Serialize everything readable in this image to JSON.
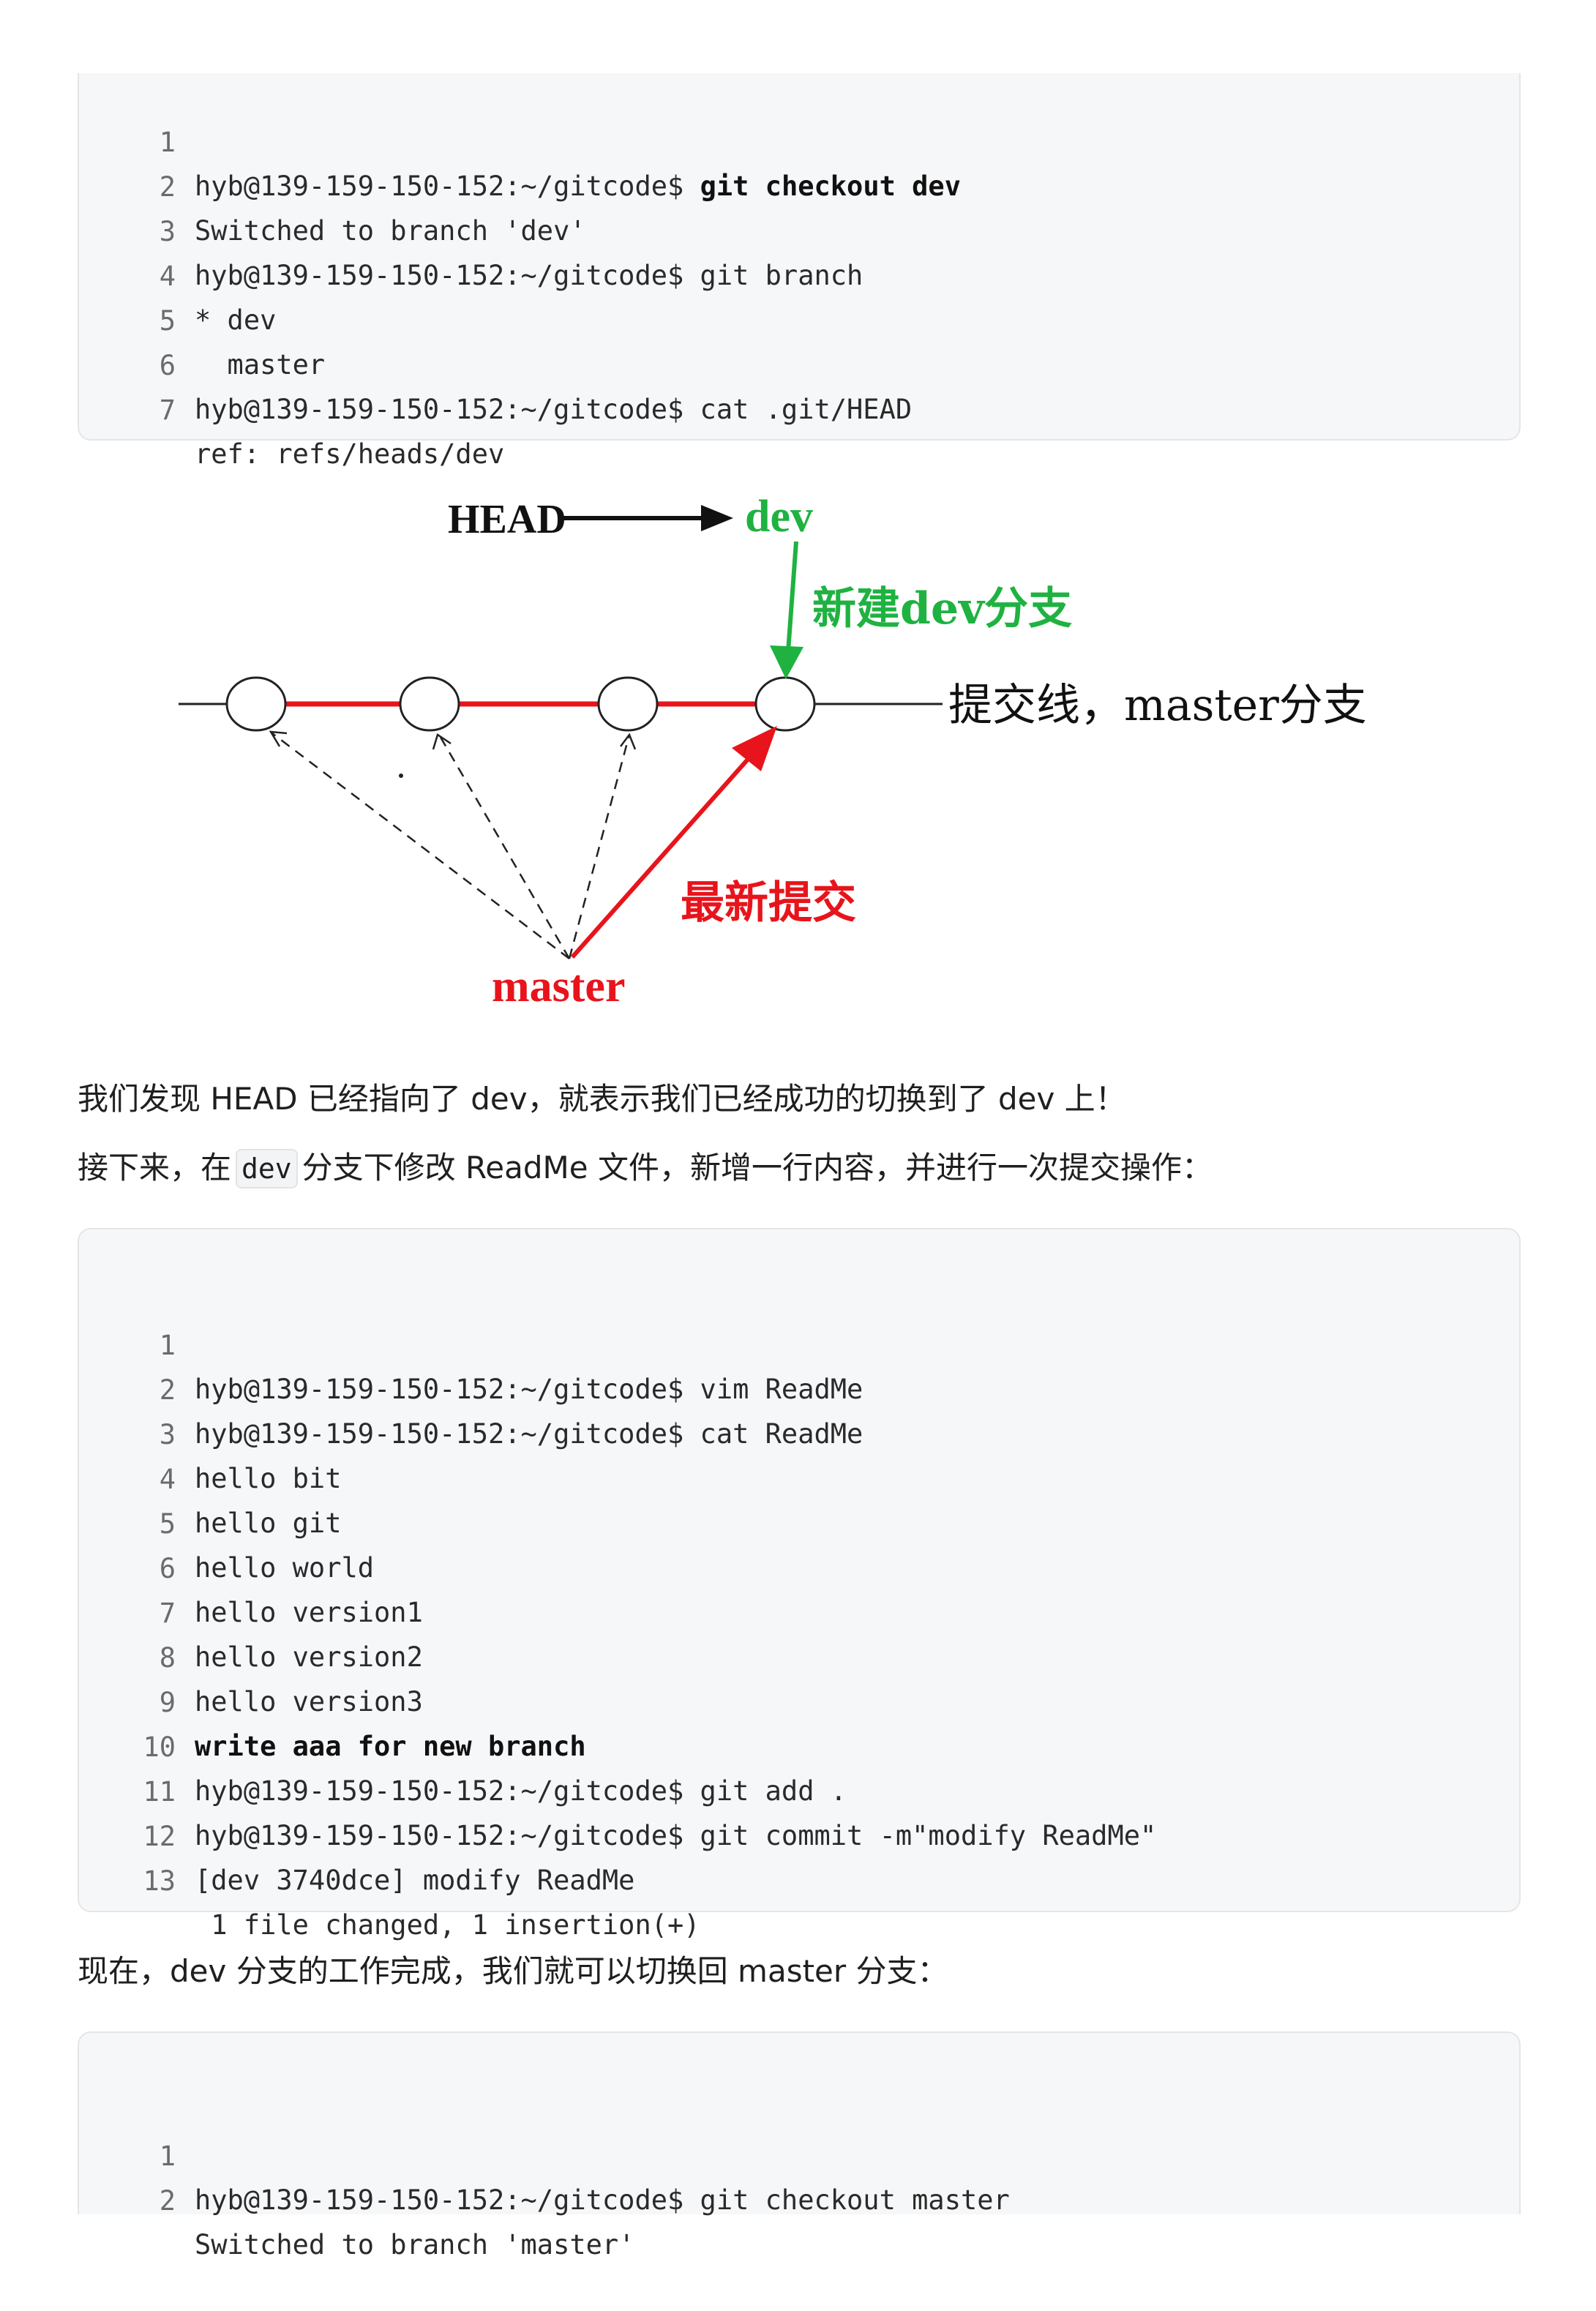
{
  "code_block_1": {
    "lines": [
      {
        "num": "1",
        "text": "hyb@139-159-150-152:~/gitcode$ ",
        "bold": "git checkout dev"
      },
      {
        "num": "2",
        "text": "Switched to branch 'dev'"
      },
      {
        "num": "3",
        "text": "hyb@139-159-150-152:~/gitcode$ git branch"
      },
      {
        "num": "4",
        "text": "* dev"
      },
      {
        "num": "5",
        "text": "  master"
      },
      {
        "num": "6",
        "text": "hyb@139-159-150-152:~/gitcode$ cat .git/HEAD"
      },
      {
        "num": "7",
        "text": "ref: refs/heads/dev"
      }
    ]
  },
  "diagram": {
    "head_label": "HEAD",
    "dev_label": "dev",
    "new_branch_label": "新建dev分支",
    "commit_line_label": "提交线，master分支",
    "latest_commit_label": "最新提交",
    "master_label": "master",
    "colors": {
      "red": "#e8141c",
      "green": "#1fb241",
      "black": "#111111"
    }
  },
  "paragraph_1": "我们发现 HEAD 已经指向了 dev，就表示我们已经成功的切换到了 dev 上！",
  "paragraph_2": {
    "before": "接下来，在",
    "code": "dev",
    "after": "分支下修改 ReadMe 文件，新增一行内容，并进行一次提交操作："
  },
  "code_block_2": {
    "lines": [
      {
        "num": "1",
        "text": "hyb@139-159-150-152:~/gitcode$ vim ReadMe"
      },
      {
        "num": "2",
        "text": "hyb@139-159-150-152:~/gitcode$ cat ReadMe"
      },
      {
        "num": "3",
        "text": "hello bit"
      },
      {
        "num": "4",
        "text": "hello git"
      },
      {
        "num": "5",
        "text": "hello world"
      },
      {
        "num": "6",
        "text": "hello version1"
      },
      {
        "num": "7",
        "text": "hello version2"
      },
      {
        "num": "8",
        "text": "hello version3"
      },
      {
        "num": "9",
        "text": "",
        "bold": "write aaa for new branch"
      },
      {
        "num": "10",
        "text": "hyb@139-159-150-152:~/gitcode$ git add ."
      },
      {
        "num": "11",
        "text": "hyb@139-159-150-152:~/gitcode$ git commit -m\"modify ReadMe\""
      },
      {
        "num": "12",
        "text": "[dev 3740dce] modify ReadMe"
      },
      {
        "num": "13",
        "text": " 1 file changed, 1 insertion(+)"
      }
    ]
  },
  "paragraph_3": "现在，dev 分支的工作完成，我们就可以切换回 master 分支：",
  "code_block_3": {
    "lines": [
      {
        "num": "1",
        "text": "hyb@139-159-150-152:~/gitcode$ git checkout master"
      },
      {
        "num": "2",
        "text": "Switched to branch 'master'"
      }
    ]
  }
}
